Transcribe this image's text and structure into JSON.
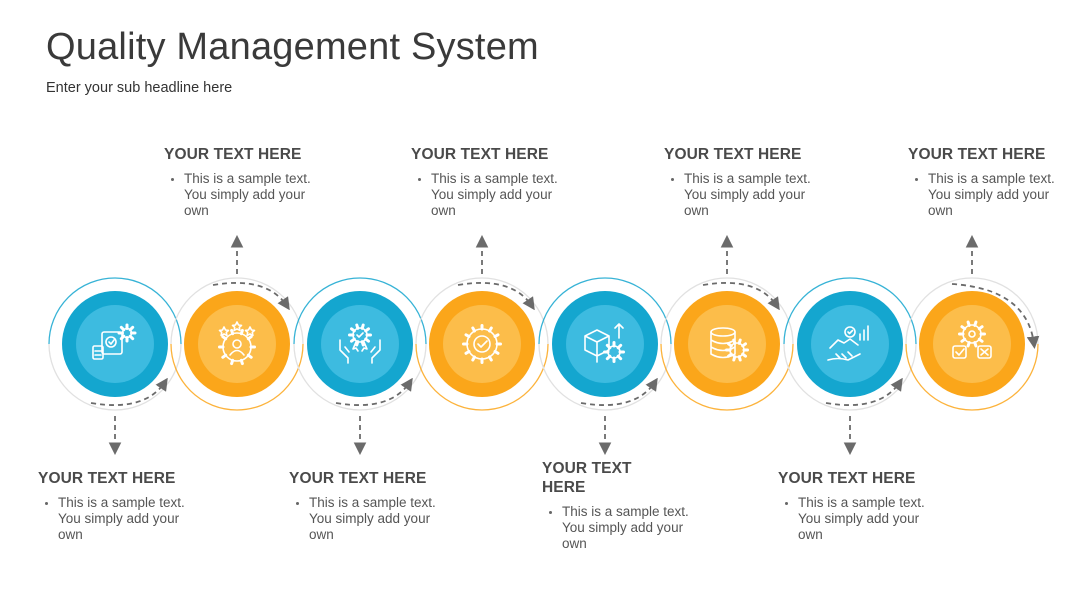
{
  "title": "Quality Management System",
  "subtitle": "Enter your sub headline here",
  "colors": {
    "blue_outer": "#14a6cf",
    "blue_inner": "#3dbbe0",
    "orange_outer": "#fba61a",
    "orange_inner": "#fcbd4a",
    "ring_line": "#e1e1e1",
    "arrow": "#6b6b6b",
    "heading": "#4a4a4a"
  },
  "steps": [
    {
      "color": "blue",
      "icon": "document-process-gear-icon",
      "heading": "YOUR TEXT HERE",
      "text": "This is a sample text. You simply add your own"
    },
    {
      "color": "orange",
      "icon": "gear-user-stars-icon",
      "heading": "YOUR TEXT HERE",
      "text": "This is a sample text. You simply add your own"
    },
    {
      "color": "blue",
      "icon": "hands-award-badge-icon",
      "heading": "YOUR TEXT HERE",
      "text": "This is a sample text. You simply add your own"
    },
    {
      "color": "orange",
      "icon": "gear-checkmark-icon",
      "heading": "YOUR TEXT HERE",
      "text": "This is a sample text. You simply add your own"
    },
    {
      "color": "blue",
      "icon": "package-gear-growth-icon",
      "heading": "YOUR TEXT HERE",
      "text": "This is a sample text. You simply add your own"
    },
    {
      "color": "orange",
      "icon": "database-gear-icon",
      "heading": "YOUR TEXT HERE",
      "text": "This is a sample text. You simply add your own"
    },
    {
      "color": "blue",
      "icon": "hand-handshake-analytics-icon",
      "heading": "YOUR TEXT HERE",
      "text": "This is a sample text. You simply add your own"
    },
    {
      "color": "orange",
      "icon": "gear-approve-reject-icon",
      "heading": "YOUR TEXT HERE",
      "text": "This is a sample text. You simply add your own"
    }
  ]
}
